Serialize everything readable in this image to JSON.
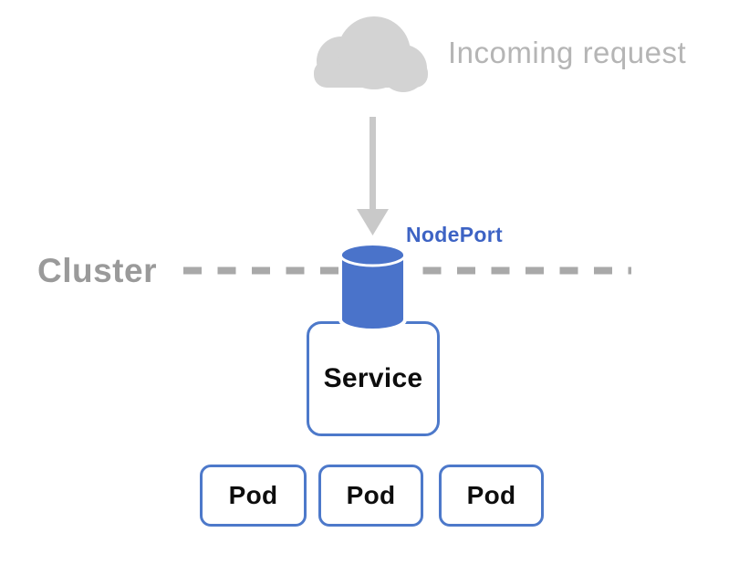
{
  "diagram": {
    "description": "NodePort service exposing pods outside the cluster",
    "labels": {
      "incoming_request": "Incoming request",
      "nodeport": "NodePort",
      "cluster": "Cluster",
      "service": "Service",
      "pods": [
        "Pod",
        "Pod",
        "Pod"
      ]
    },
    "icons": {
      "cloud": "cloud-icon",
      "arrow": "arrow-down-icon",
      "cylinder": "nodeport-cylinder-icon",
      "boundary": "cluster-boundary-dashed-line"
    },
    "colors": {
      "cloud_fill": "#d3d3d3",
      "incoming_text": "#b5b5b5",
      "arrow_fill": "#c9c9c9",
      "cluster_text": "#9a9a9a",
      "dash_stroke": "#a9a9a9",
      "blue_fill": "#4a73ca",
      "blue_border": "#4d79ca",
      "nodeport_text": "#3d63c4",
      "box_text": "#0d0d0d",
      "background": "#ffffff"
    }
  }
}
